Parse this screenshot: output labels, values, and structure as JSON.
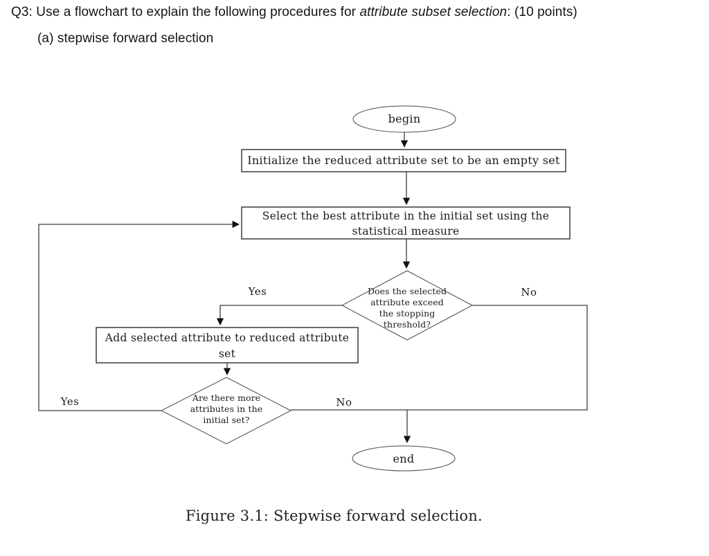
{
  "header": {
    "question_prefix": "Q3: Use a flowchart to explain the following procedures for ",
    "question_italic": "attribute subset selection",
    "question_suffix": ": (10 points)",
    "subitem": "(a) stepwise forward selection"
  },
  "flowchart": {
    "nodes": {
      "begin": {
        "label": "begin",
        "shape": "oval"
      },
      "initialize": {
        "label": "Initialize the reduced attribute set to be an empty set",
        "shape": "rect"
      },
      "select_best": {
        "shape": "rect",
        "lines": [
          "Select the best attribute in the initial set using the",
          "statistical measure"
        ]
      },
      "threshold_decision": {
        "shape": "diamond",
        "lines": [
          "Does the selected",
          "attribute exceed",
          "the stopping",
          "threshold?"
        ]
      },
      "add_attribute": {
        "shape": "rect",
        "lines": [
          "Add selected attribute to reduced attribute",
          "set"
        ]
      },
      "more_attributes_decision": {
        "shape": "diamond",
        "lines": [
          "Are there more",
          "attributes in the",
          "initial set?"
        ]
      },
      "end": {
        "label": "end",
        "shape": "oval"
      }
    },
    "edge_labels": {
      "threshold_yes": "Yes",
      "threshold_no": "No",
      "more_yes": "Yes",
      "more_no": "No"
    }
  },
  "caption": "Figure 3.1: Stepwise forward selection.",
  "colors": {
    "background": "#ffffff",
    "line": "#3d3d3d",
    "text": "#1b1b1b",
    "arrowhead": "#111111"
  }
}
